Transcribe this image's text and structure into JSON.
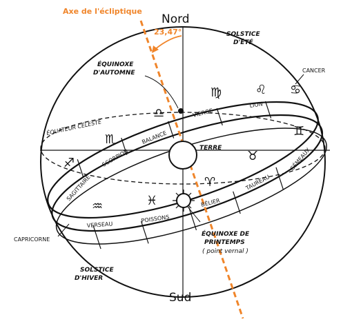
{
  "ecliptic_axis_label": "Axe de l'écliptique",
  "tilt_angle": "23,47°",
  "north": "Nord",
  "south": "Sud",
  "summer_solstice": [
    "SOLSTICE",
    "D'ÉTÉ"
  ],
  "winter_solstice": [
    "SOLSTICE",
    "D'HIVER"
  ],
  "autumn_equinox": [
    "ÉQUINOXE",
    "D'AUTOMNE"
  ],
  "spring_equinox": [
    "ÉQUINOXE DE",
    "PRINTEMPS",
    "( point vernal )"
  ],
  "celestial_equator": "ÉQUATEUR CÉLESTE",
  "earth": "TERRE",
  "signs_front": [
    "VERSEAU",
    "POISSONS",
    "BÉLIER",
    "TAUREAU",
    "GÉMEAUX"
  ],
  "signs_back": [
    "SAGITTAIRE",
    "SCORPION",
    "BALANCE",
    "VIERGE",
    "LION",
    "CANCER"
  ],
  "capricorn": "CAPRICORNE",
  "sign_glyphs": [
    "♒",
    "♓",
    "♈",
    "♉",
    "♊",
    "♐",
    "♏",
    "♎",
    "♍",
    "♌",
    "♋"
  ]
}
